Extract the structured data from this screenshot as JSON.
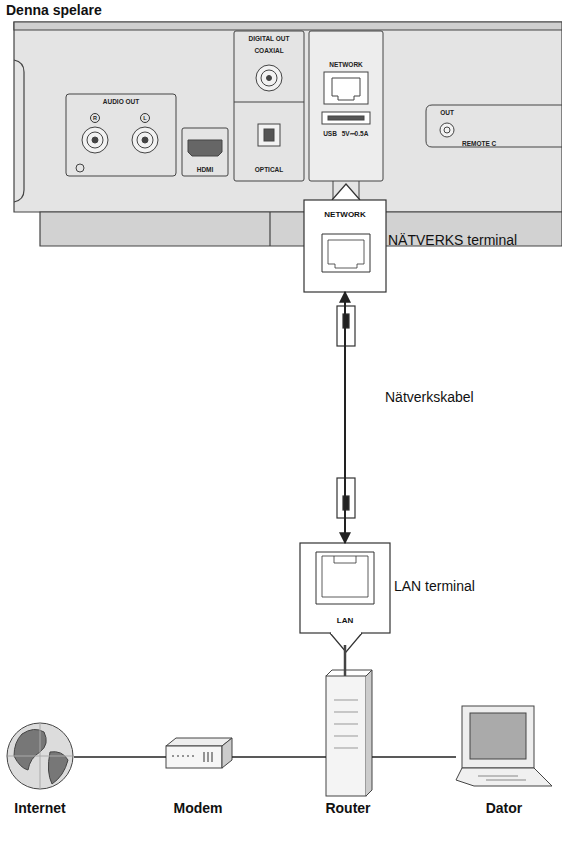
{
  "diagram": {
    "title": "Denna spelare",
    "nodes": [
      {
        "text": [
          "NETWORK",
          "NÄTVERKS terminal"
        ]
      },
      {
        "text": [
          "LAN",
          "LAN terminal"
        ]
      },
      {
        "text": [
          "Internet"
        ]
      },
      {
        "text": [
          "Modem"
        ]
      },
      {
        "text": [
          "Router"
        ]
      },
      {
        "text": [
          "Dator"
        ]
      }
    ],
    "edges": [
      {
        "from": 0,
        "to": 1,
        "arrow": "both",
        "label": "Nätverkskabel"
      },
      {
        "from": 2,
        "to": 3,
        "arrow": "none"
      },
      {
        "from": 3,
        "to": 4,
        "arrow": "none"
      },
      {
        "from": 4,
        "to": 5,
        "arrow": "none"
      }
    ],
    "labels": [
      "AUDIO OUT",
      "R",
      "L",
      "HDMI",
      "DIGITAL OUT",
      "COAXIAL",
      "OPTICAL",
      "NETWORK",
      "USB",
      "5V⎓0.5A",
      "OUT",
      "REMOTE C"
    ]
  }
}
